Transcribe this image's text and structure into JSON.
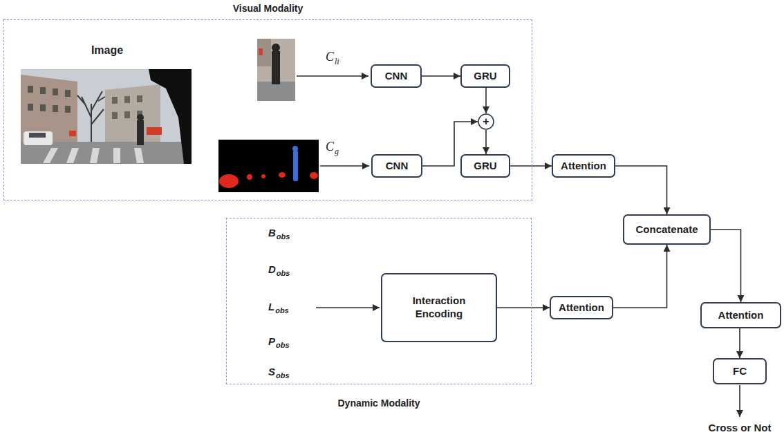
{
  "diagram": {
    "nodes": [
      {
        "text": [
          "Visual Modality"
        ]
      },
      {
        "text": [
          "CNN"
        ],
        "in": 0
      },
      {
        "text": [
          "GRU"
        ],
        "in": 0
      },
      {
        "text": [
          "+"
        ],
        "in": 0
      },
      {
        "text": [
          "CNN"
        ],
        "in": 0
      },
      {
        "text": [
          "GRU"
        ],
        "in": 0
      },
      {
        "text": [
          "Attention"
        ]
      },
      {
        "text": [
          "Concatenate"
        ]
      },
      {
        "text": [
          "Dynamic Modality"
        ]
      },
      {
        "text": [
          "Interaction Encoding"
        ],
        "in": 8
      },
      {
        "text": [
          "Attention"
        ]
      },
      {
        "text": [
          "Attention"
        ]
      },
      {
        "text": [
          "FC"
        ]
      }
    ],
    "edges": [
      {
        "from": 1,
        "to": 2,
        "arrow": "to"
      },
      {
        "from": 2,
        "to": 3,
        "arrow": "to"
      },
      {
        "from": 4,
        "to": 3,
        "arrow": "to"
      },
      {
        "from": 3,
        "to": 5,
        "arrow": "to"
      },
      {
        "from": 5,
        "to": 6,
        "arrow": "to"
      },
      {
        "from": 6,
        "to": 7,
        "arrow": "to"
      },
      {
        "from": 9,
        "to": 10,
        "arrow": "to"
      },
      {
        "from": 10,
        "to": 7,
        "arrow": "to"
      },
      {
        "from": 7,
        "to": 11,
        "arrow": "to"
      },
      {
        "from": 11,
        "to": 12,
        "arrow": "to"
      }
    ],
    "labels": [
      "Image",
      "C",
      "li",
      "C",
      "g",
      "B",
      "obs",
      "D",
      "obs",
      "L",
      "obs",
      "P",
      "obs",
      "S",
      "obs",
      "Cross or Not"
    ]
  }
}
